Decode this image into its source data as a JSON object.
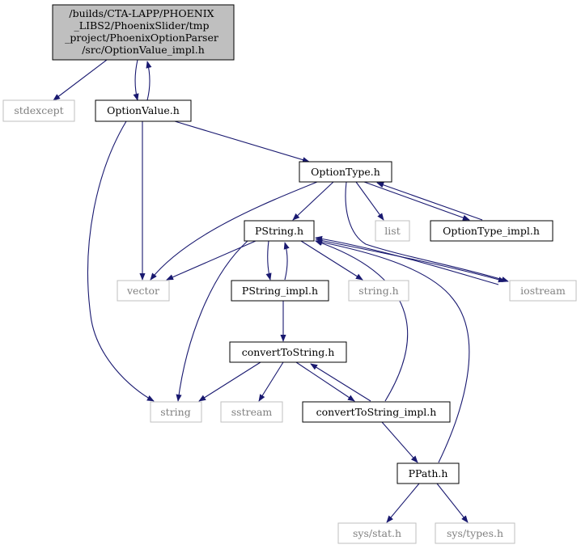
{
  "nodes": {
    "root": {
      "lines": [
        "/builds/CTA-LAPP/PHOENIX",
        "_LIBS2/PhoenixSlider/tmp",
        "_project/PhoenixOptionParser",
        "/src/OptionValue_impl.h"
      ],
      "kind": "root"
    },
    "stdexcept": {
      "label": "stdexcept",
      "kind": "system"
    },
    "optionvalue": {
      "label": "OptionValue.h",
      "kind": "file"
    },
    "optiontype": {
      "label": "OptionType.h",
      "kind": "file"
    },
    "pstring": {
      "label": "PString.h",
      "kind": "file"
    },
    "list": {
      "label": "list",
      "kind": "system"
    },
    "optiontype_impl": {
      "label": "OptionType_impl.h",
      "kind": "file"
    },
    "vector": {
      "label": "vector",
      "kind": "system"
    },
    "pstring_impl": {
      "label": "PString_impl.h",
      "kind": "file"
    },
    "stringh": {
      "label": "string.h",
      "kind": "system"
    },
    "iostream": {
      "label": "iostream",
      "kind": "system"
    },
    "converttostring": {
      "label": "convertToString.h",
      "kind": "file"
    },
    "string": {
      "label": "string",
      "kind": "system"
    },
    "sstream": {
      "label": "sstream",
      "kind": "system"
    },
    "converttostring_impl": {
      "label": "convertToString_impl.h",
      "kind": "file"
    },
    "ppath": {
      "label": "PPath.h",
      "kind": "file"
    },
    "sysstat": {
      "label": "sys/stat.h",
      "kind": "system"
    },
    "systypes": {
      "label": "sys/types.h",
      "kind": "system"
    }
  },
  "colors": {
    "root_fill": "#bfbfbf",
    "edge": "#191970",
    "file_border": "#000000",
    "system_border": "#bfbfbf",
    "system_text": "#808080"
  }
}
